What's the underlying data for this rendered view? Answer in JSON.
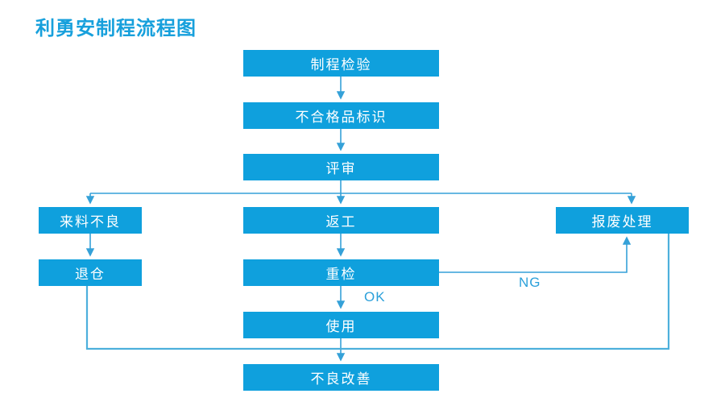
{
  "title": "利勇安制程流程图",
  "colors": {
    "node_fill": "#0fa0dd",
    "node_text": "#ffffff",
    "connector": "#35a1d8",
    "collector_line": "#4db0dc",
    "title_text": "#17a0dc",
    "edge_label_text": "#2ba0da",
    "background": "#ffffff"
  },
  "nodes": [
    {
      "id": "process-inspection",
      "label": "制程检验"
    },
    {
      "id": "nonconforming-mark",
      "label": "不合格品标识"
    },
    {
      "id": "review",
      "label": "评审"
    },
    {
      "id": "incoming-defect",
      "label": "来料不良"
    },
    {
      "id": "rework",
      "label": "返工"
    },
    {
      "id": "scrap-disposal",
      "label": "报废处理"
    },
    {
      "id": "return-warehouse",
      "label": "退仓"
    },
    {
      "id": "recheck",
      "label": "重检"
    },
    {
      "id": "use",
      "label": "使用"
    },
    {
      "id": "defect-improvement",
      "label": "不良改善"
    }
  ],
  "edge_labels": {
    "ok": "OK",
    "ng": "NG"
  },
  "edges": [
    {
      "from": "制程检验",
      "to": "不合格品标识",
      "label": ""
    },
    {
      "from": "不合格品标识",
      "to": "评审",
      "label": ""
    },
    {
      "from": "评审",
      "to": "来料不良",
      "label": ""
    },
    {
      "from": "评审",
      "to": "返工",
      "label": ""
    },
    {
      "from": "评审",
      "to": "报废处理",
      "label": ""
    },
    {
      "from": "来料不良",
      "to": "退仓",
      "label": ""
    },
    {
      "from": "返工",
      "to": "重检",
      "label": ""
    },
    {
      "from": "重检",
      "to": "使用",
      "label": "OK"
    },
    {
      "from": "重检",
      "to": "报废处理",
      "label": "NG"
    },
    {
      "from": "使用",
      "to": "不良改善",
      "label": ""
    },
    {
      "from": "退仓",
      "to": "不良改善",
      "label": ""
    },
    {
      "from": "报废处理",
      "to": "不良改善",
      "label": ""
    }
  ]
}
